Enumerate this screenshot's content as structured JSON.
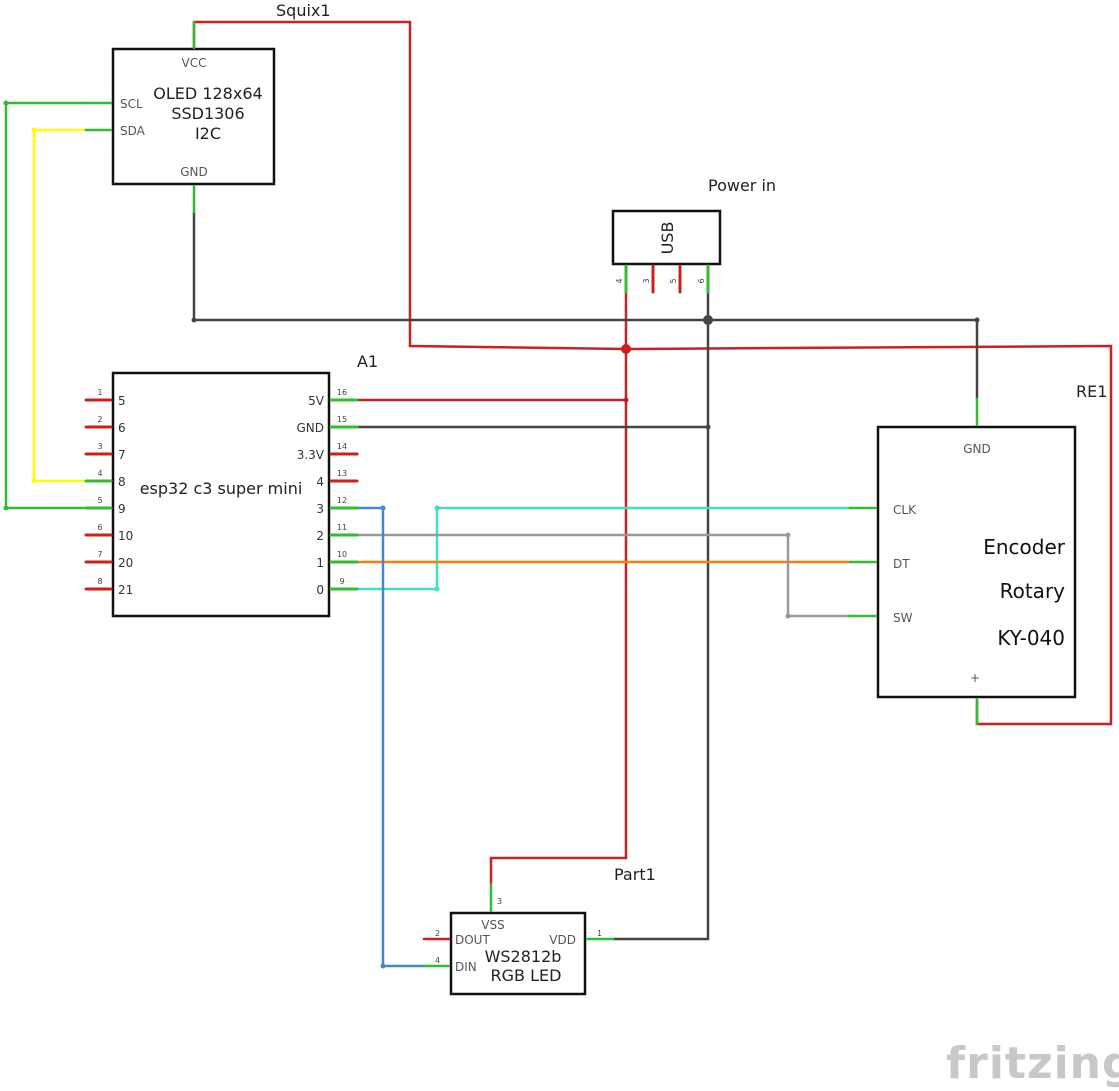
{
  "colors": {
    "power": "#cc1f1f",
    "ground": "#444444",
    "scl": "#33bb33",
    "sda": "#ffff00",
    "clk": "#40e0c8",
    "dt": "#ff8000",
    "sw": "#999999",
    "din": "#4488cc",
    "pin_ok": "#33bb33",
    "pin_free": "#cc1f1f"
  },
  "oled": {
    "ref": "Squix1",
    "line1": "OLED 128x64",
    "line2": "SSD1306",
    "line3": "I2C",
    "pin_vcc": "VCC",
    "pin_gnd": "GND",
    "pin_scl": "SCL",
    "pin_sda": "SDA"
  },
  "usb": {
    "title": "Power in",
    "label": "USB",
    "pins": [
      "4",
      "3",
      "5",
      "6"
    ]
  },
  "esp": {
    "ref": "A1",
    "label": "esp32 c3 super mini",
    "left_pins": [
      {
        "num": "1",
        "name": "5"
      },
      {
        "num": "2",
        "name": "6"
      },
      {
        "num": "3",
        "name": "7"
      },
      {
        "num": "4",
        "name": "8"
      },
      {
        "num": "5",
        "name": "9"
      },
      {
        "num": "6",
        "name": "10"
      },
      {
        "num": "7",
        "name": "20"
      },
      {
        "num": "8",
        "name": "21"
      }
    ],
    "right_pins": [
      {
        "num": "16",
        "name": "5V"
      },
      {
        "num": "15",
        "name": "GND"
      },
      {
        "num": "14",
        "name": "3.3V"
      },
      {
        "num": "13",
        "name": "4"
      },
      {
        "num": "12",
        "name": "3"
      },
      {
        "num": "11",
        "name": "2"
      },
      {
        "num": "10",
        "name": "1"
      },
      {
        "num": "9",
        "name": "0"
      }
    ]
  },
  "encoder": {
    "ref": "RE1",
    "line1": "Encoder",
    "line2": "Rotary",
    "line3": "KY-040",
    "pin_gnd": "GND",
    "pin_clk": "CLK",
    "pin_dt": "DT",
    "pin_sw": "SW",
    "pin_plus": "+"
  },
  "led": {
    "ref": "Part1",
    "line1": "WS2812b",
    "line2": "RGB LED",
    "pin_vss": "VSS",
    "pin_vdd": "VDD",
    "pin_dout": "DOUT",
    "pin_din": "DIN",
    "num_vss": "3",
    "num_vdd": "1",
    "num_dout": "2",
    "num_din": "4"
  },
  "logo": "fritzing"
}
